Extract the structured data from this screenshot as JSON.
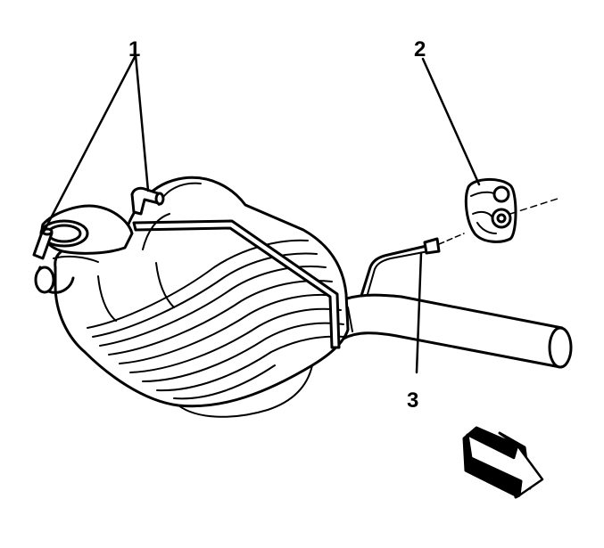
{
  "callouts": {
    "one": "1",
    "two": "2",
    "three": "3"
  },
  "icons": {
    "direction_arrow": "front-direction-arrow-icon"
  },
  "colors": {
    "ink": "#000000",
    "paper": "#ffffff",
    "arrow_shadow": "#000000"
  }
}
